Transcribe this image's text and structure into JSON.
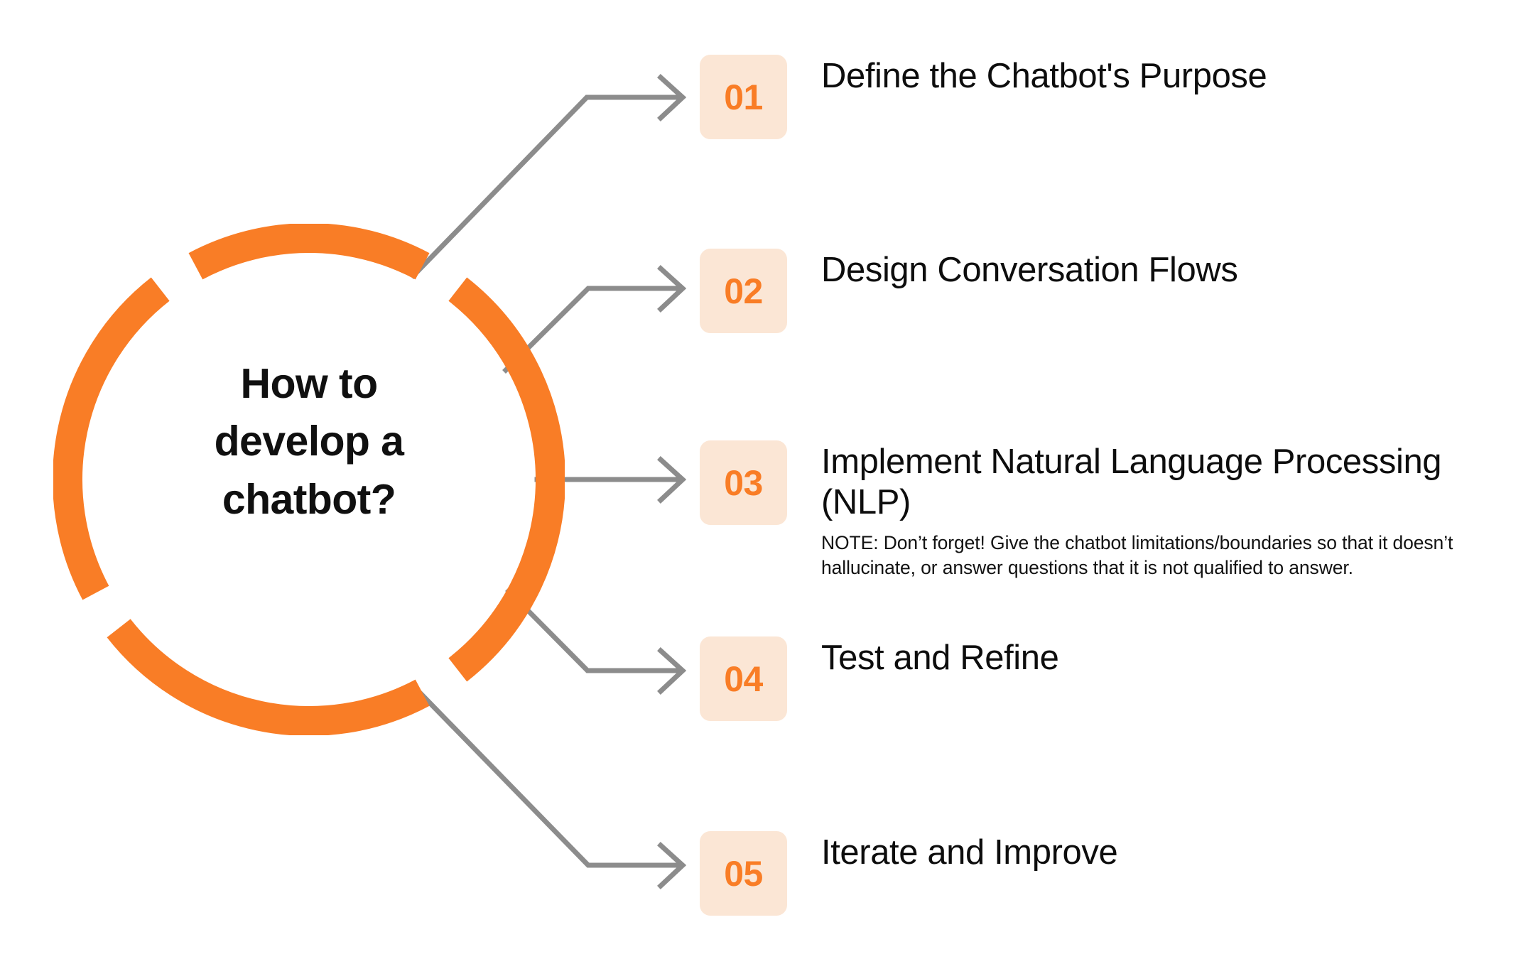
{
  "meta": {
    "kind": "infographic-process-diagram",
    "background_color": "#ffffff",
    "accent_color": "#f97d26",
    "badge_background_color": "#fbe6d5",
    "connector_color": "#8c8c8c",
    "title_text_color": "#0d0d0d"
  },
  "center": {
    "title": "How to develop a chatbot?",
    "title_lines": [
      "How to",
      "develop a",
      "chatbot?"
    ],
    "ring_segments": 4
  },
  "steps": [
    {
      "number": "01",
      "title": "Define the Chatbot's Purpose",
      "note": ""
    },
    {
      "number": "02",
      "title": "Design Conversation Flows",
      "note": ""
    },
    {
      "number": "03",
      "title": "Implement Natural Language Processing (NLP)",
      "note": "NOTE: Don’t forget! Give the chatbot limitations/boundaries so that it doesn’t hallucinate, or answer questions that it is not qualified to answer."
    },
    {
      "number": "04",
      "title": "Test and Refine",
      "note": ""
    },
    {
      "number": "05",
      "title": "Iterate and Improve",
      "note": ""
    }
  ]
}
